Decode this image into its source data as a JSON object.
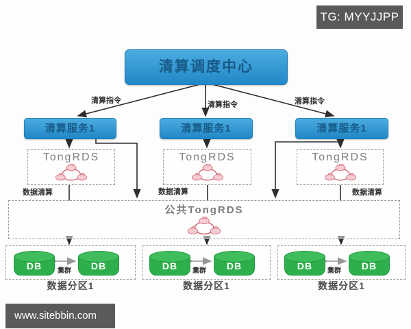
{
  "badge": "TG: MYYJJPP",
  "footer": "www.sitebbin.com",
  "hub": {
    "title": "清算调度中心"
  },
  "groups": [
    {
      "instruction": "清算指令",
      "service": "清算服务1",
      "rds": "TongRDS",
      "clearing": "数据清算"
    },
    {
      "instruction": "清算指令",
      "service": "清算服务1",
      "rds": "TongRDS",
      "clearing": "数据清算"
    },
    {
      "instruction": "清算指令",
      "service": "清算服务1",
      "rds": "TongRDS",
      "clearing": "数据清算"
    }
  ],
  "common": {
    "title": "公共TongRDS"
  },
  "clusters": [
    {
      "db_left": "DB",
      "db_right": "DB",
      "link": "集群",
      "partition": "数据分区1"
    },
    {
      "db_left": "DB",
      "db_right": "DB",
      "link": "集群",
      "partition": "数据分区1"
    },
    {
      "db_left": "DB",
      "db_right": "DB",
      "link": "集群",
      "partition": "数据分区1"
    }
  ],
  "colors": {
    "box_blue": "#2d9ad8",
    "db_green": "#2db04c",
    "rds_pink": "#f6ccd2",
    "watermark_gray": "#595959",
    "line_dark": "#2e2e2e"
  }
}
